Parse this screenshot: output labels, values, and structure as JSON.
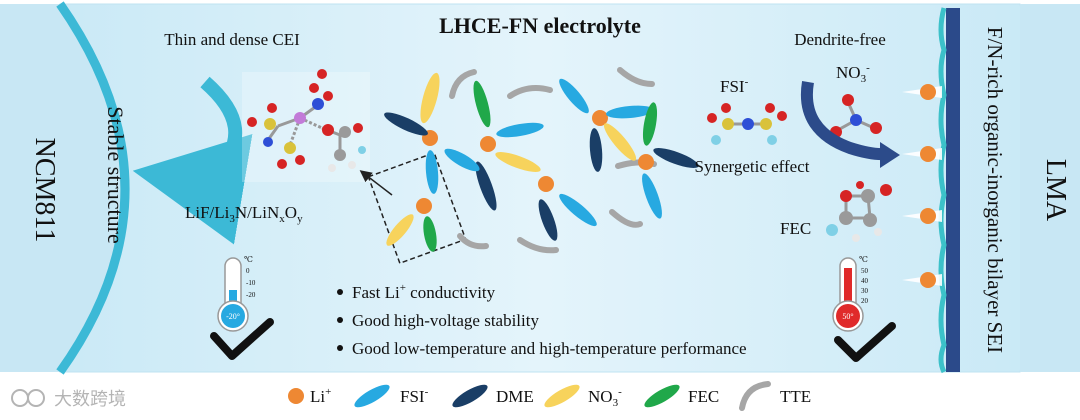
{
  "title": "LHCE-FN electrolyte",
  "left": {
    "cathode": "NCM811",
    "structure": "Stable structure",
    "cei": "Thin and dense CEI",
    "cei_species": {
      "a": "LiF/Li",
      "b": "3",
      "c": "N/LiN",
      "d": "x",
      "e": "O",
      "f": "y"
    }
  },
  "right": {
    "anode": "LMA",
    "sei": "F/N-rich organic-inorganic bilayer SEI",
    "dendrite": "Dendrite-free",
    "fsi": {
      "base": "FSI",
      "sup": "-"
    },
    "no3": {
      "base": "NO",
      "sub": "3",
      "sup": "-"
    },
    "synergy": "Synergetic effect",
    "fec": "FEC"
  },
  "thermo_cold": {
    "unit": "℃",
    "ticks": [
      "0",
      "-10",
      "-20"
    ],
    "value": "-20°"
  },
  "thermo_hot": {
    "unit": "℃",
    "ticks": [
      "50",
      "40",
      "30",
      "20"
    ],
    "value": "50°"
  },
  "bullets": {
    "b1": {
      "a": "Fast Li",
      "sup": "+",
      "b": " conductivity"
    },
    "b2": "Good high-voltage stability",
    "b3": "Good low-temperature and high-temperature performance"
  },
  "legend": {
    "li": {
      "base": "Li",
      "sup": "+"
    },
    "fsi": {
      "base": "FSI",
      "sup": "-"
    },
    "dme": "DME",
    "no3": {
      "base": "NO",
      "sub": "3",
      "sup": "-"
    },
    "fec": "FEC",
    "tte": "TTE"
  },
  "watermark": "大数跨境",
  "colors": {
    "li": "#ee8833",
    "fsi": "#27a9e1",
    "dme": "#1a3e66",
    "no3": "#f7d35c",
    "fec": "#20a84a",
    "tte": "#a6a6a6",
    "arrow_cyan": "#3cb9d6",
    "arrow_navy": "#2c4b8a",
    "panel": "#dff1fa",
    "edge": "#5bc4dc"
  }
}
